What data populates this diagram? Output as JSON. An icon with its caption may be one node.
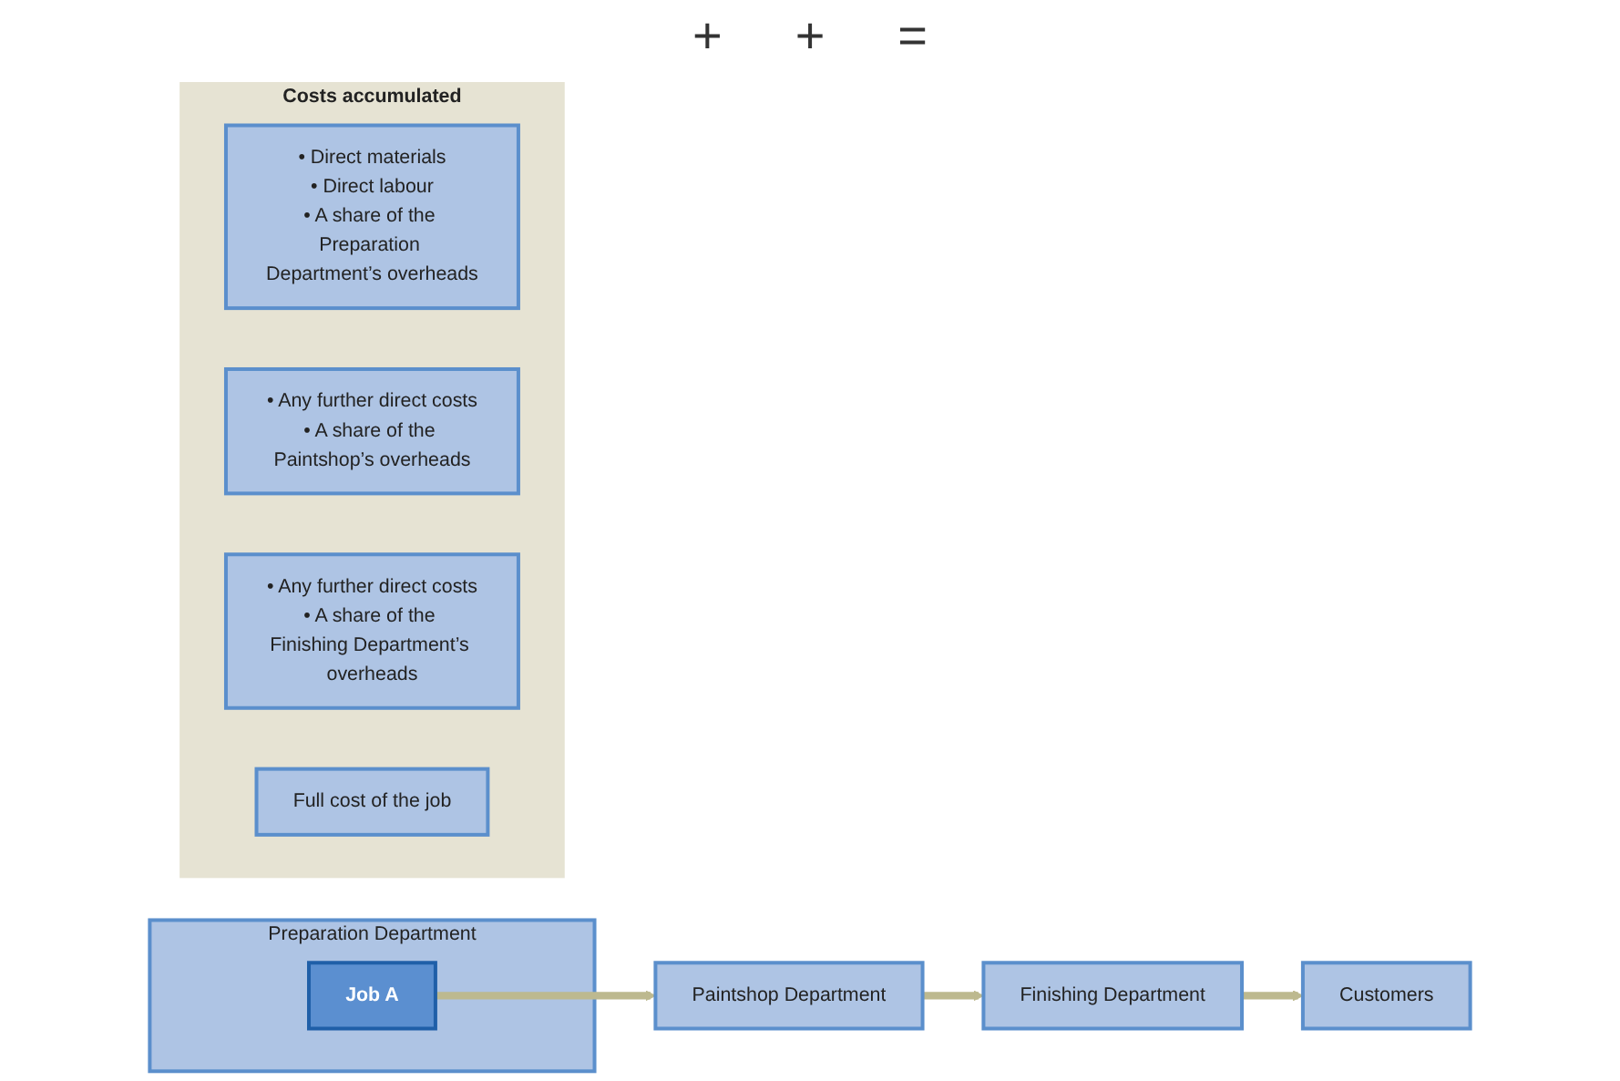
{
  "diagram": {
    "nodes": [
      {
        "text": [
          "Preparation Department"
        ]
      },
      {
        "text": [
          "Job A"
        ],
        "in": 0
      },
      {
        "text": [
          "Paintshop Department"
        ]
      },
      {
        "text": [
          "Finishing Department"
        ]
      },
      {
        "text": [
          "Customers"
        ]
      },
      {
        "text": [
          "Costs accumulated"
        ]
      },
      {
        "text": [
          "• Direct materials",
          "• Direct labour",
          "• A share of the Preparation Department’s overheads"
        ],
        "in": 5
      },
      {
        "text": [
          "• Any further direct costs",
          "• A share of the Paintshop’s overheads"
        ],
        "in": 5
      },
      {
        "text": [
          "• Any further direct costs",
          "• A share of the Finishing Department’s overheads"
        ],
        "in": 5
      },
      {
        "text": [
          "Full cost of the job"
        ],
        "in": 5
      }
    ],
    "edges": [
      {
        "from": 1,
        "to": 2,
        "arrow": "to"
      },
      {
        "from": 2,
        "to": 3,
        "arrow": "to"
      },
      {
        "from": 3,
        "to": 4,
        "arrow": "to"
      }
    ],
    "labels": [
      "+",
      "+",
      "="
    ]
  }
}
